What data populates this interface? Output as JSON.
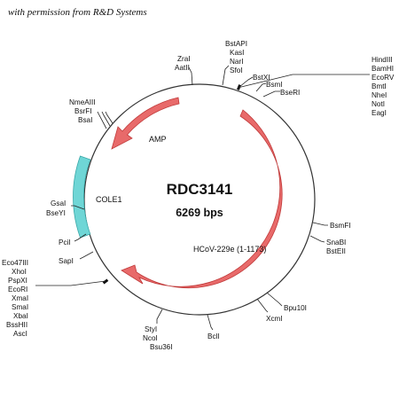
{
  "credit_text": "with permission from R&D Systems",
  "plasmid": {
    "name": "RDC3141",
    "size": "6269 bps"
  },
  "features": {
    "amp": "AMP",
    "cole1": "COLE1",
    "insert": "HCoV-229e (1-1173)"
  },
  "colors": {
    "backbone": "#333333",
    "amp_arrow": "#e86a6a",
    "insert_arrow": "#e86a6a",
    "cole1": "#6fd6d6",
    "arrow_outline": "#c03a3a",
    "cole1_outline": "#3aa8a8"
  },
  "sites": {
    "top_center": [
      "BstAPI",
      "KasI",
      "NarI",
      "SfoI"
    ],
    "zral": "ZraI",
    "aatii": "AatII",
    "bstxi": "BstXI",
    "mcs_top": [
      "HindIII",
      "BamHI",
      "EcoRV",
      "BmtI",
      "NheI",
      "NotI",
      "EagI"
    ],
    "bsmi": "BsmI",
    "bseri": "BseRI",
    "bsmfi": "BsmFI",
    "snabi": "SnaBI",
    "bsteii": "BstEII",
    "bpu10i": "Bpu10I",
    "xcmi": "XcmI",
    "bcli": "BclI",
    "bottom_left": [
      "StyI",
      "NcoI",
      "Bsu36I"
    ],
    "mcs_bottom": [
      "Eco47III",
      "XhoI",
      "PspXI",
      "EcoRI",
      "XmaI",
      "SmaI",
      "XbaI",
      "BssHII",
      "AscI"
    ],
    "sapi": "SapI",
    "pcii": "PciI",
    "bseyi_group": [
      "GsaI",
      "BseYI"
    ],
    "nmeaiii_group": [
      "NmeAIII",
      "BsrFI",
      "BsaI"
    ]
  }
}
